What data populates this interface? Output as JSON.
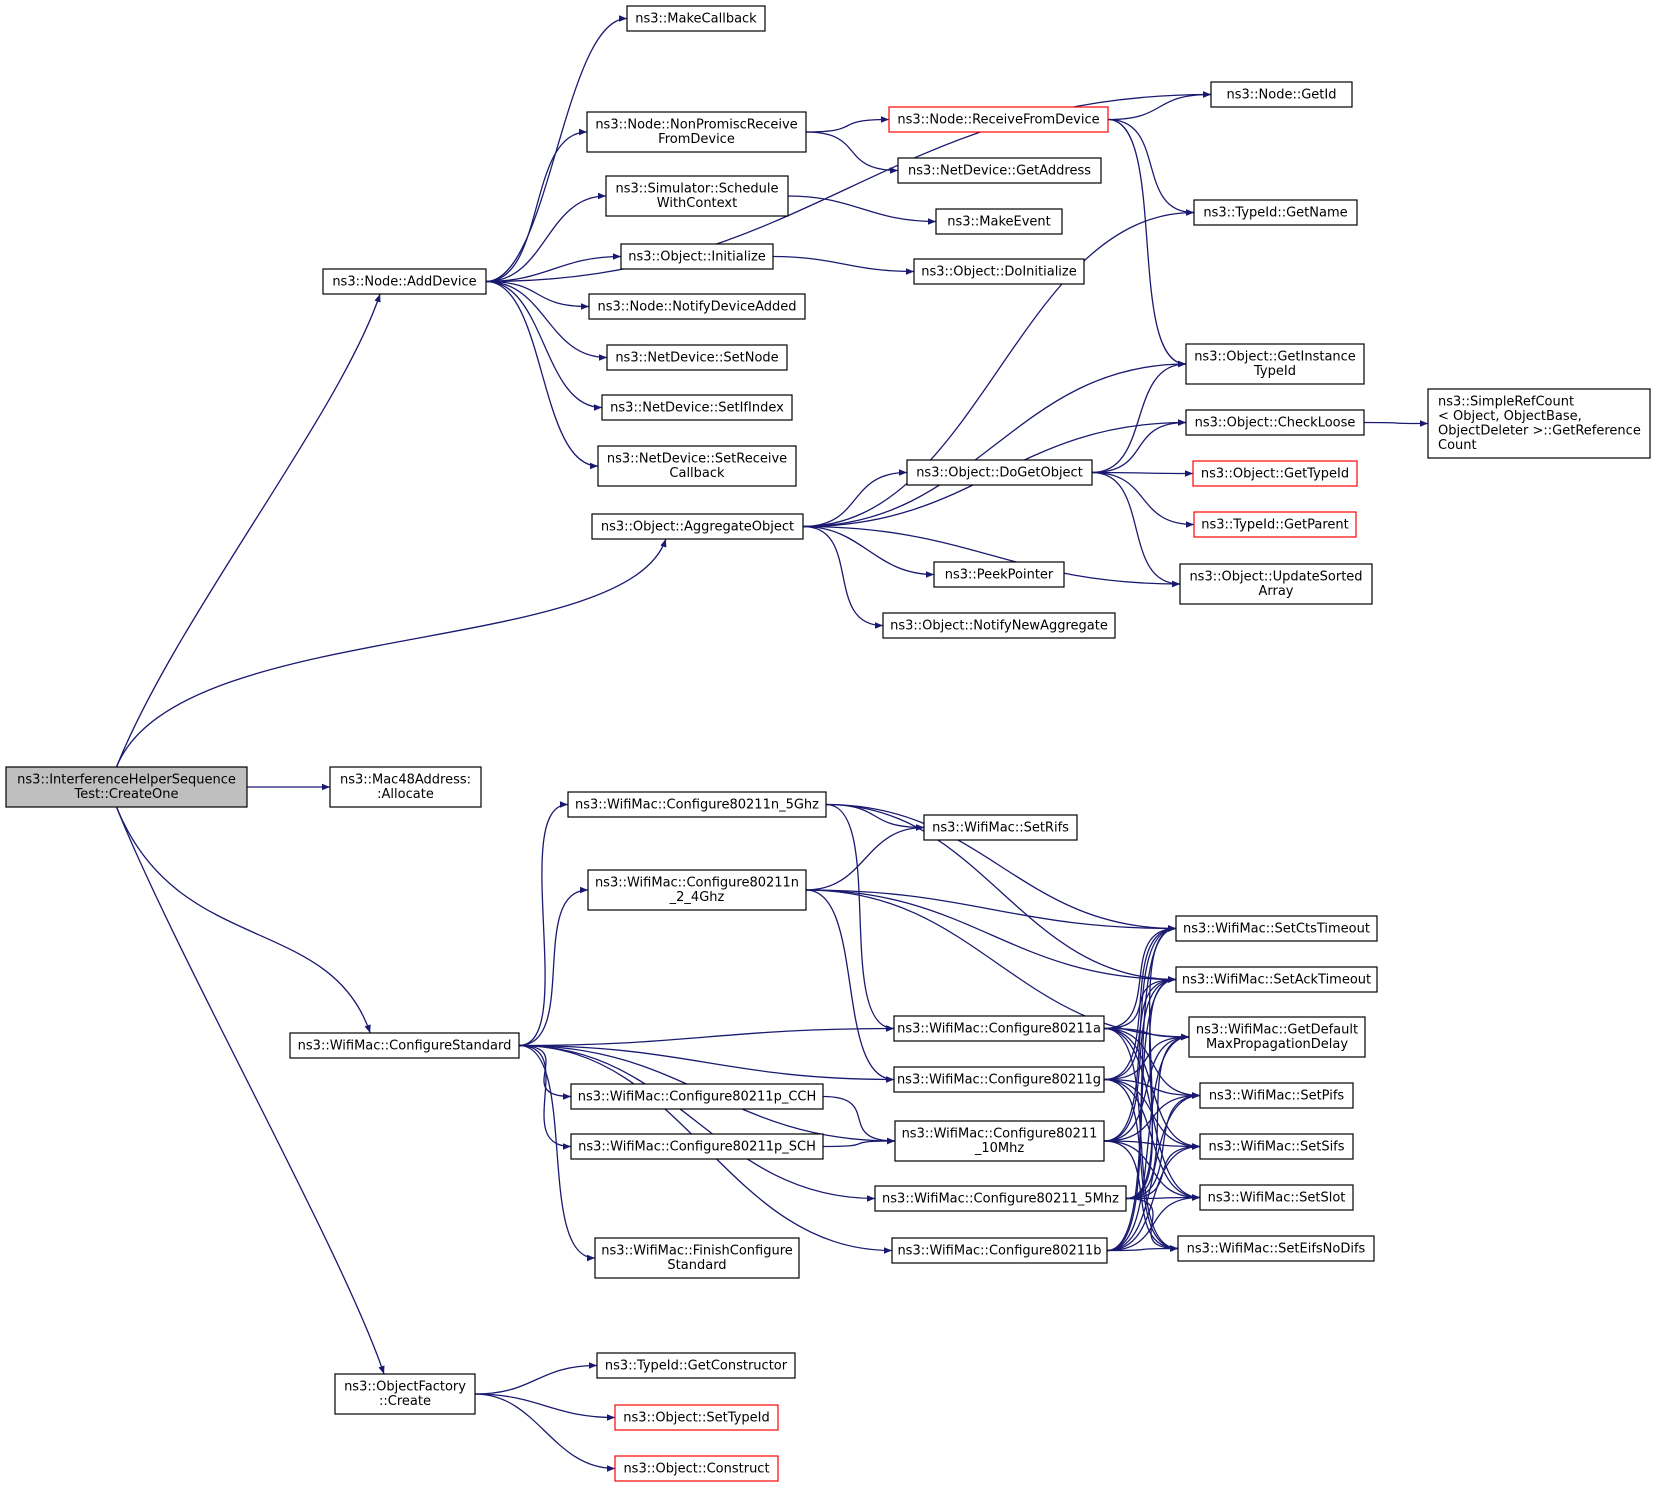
{
  "colors": {
    "edge": "#191970",
    "border": "#000000",
    "truncated": "#ff0000",
    "root_fill": "#bfbfbf"
  },
  "nodes": [
    {
      "id": "createone",
      "lines": [
        "ns3::InterferenceHelperSequence",
        "Test::CreateOne"
      ],
      "root": true
    },
    {
      "id": "adddevice",
      "lines": [
        "ns3::Node::AddDevice"
      ]
    },
    {
      "id": "allocate",
      "lines": [
        "ns3::Mac48Address:",
        ":Allocate"
      ]
    },
    {
      "id": "configurestandard",
      "lines": [
        "ns3::WifiMac::ConfigureStandard"
      ]
    },
    {
      "id": "factorycreate",
      "lines": [
        "ns3::ObjectFactory",
        "::Create"
      ]
    },
    {
      "id": "makecallback",
      "lines": [
        "ns3::MakeCallback"
      ]
    },
    {
      "id": "nonpromisc",
      "lines": [
        "ns3::Node::NonPromiscReceive",
        "FromDevice"
      ]
    },
    {
      "id": "schedule",
      "lines": [
        "ns3::Simulator::Schedule",
        "WithContext"
      ]
    },
    {
      "id": "initialize",
      "lines": [
        "ns3::Object::Initialize"
      ]
    },
    {
      "id": "notifydevice",
      "lines": [
        "ns3::Node::NotifyDeviceAdded"
      ]
    },
    {
      "id": "setnode",
      "lines": [
        "ns3::NetDevice::SetNode"
      ]
    },
    {
      "id": "setifindex",
      "lines": [
        "ns3::NetDevice::SetIfIndex"
      ]
    },
    {
      "id": "setreceive",
      "lines": [
        "ns3::NetDevice::SetReceive",
        "Callback"
      ]
    },
    {
      "id": "aggregate",
      "lines": [
        "ns3::Object::AggregateObject"
      ]
    },
    {
      "id": "receivefrom",
      "lines": [
        "ns3::Node::ReceiveFromDevice"
      ],
      "truncated": true
    },
    {
      "id": "getaddress",
      "lines": [
        "ns3::NetDevice::GetAddress"
      ]
    },
    {
      "id": "makeevent",
      "lines": [
        "ns3::MakeEvent"
      ]
    },
    {
      "id": "doinitialize",
      "lines": [
        "ns3::Object::DoInitialize"
      ]
    },
    {
      "id": "dogetobject",
      "lines": [
        "ns3::Object::DoGetObject"
      ]
    },
    {
      "id": "peekpointer",
      "lines": [
        "ns3::PeekPointer"
      ]
    },
    {
      "id": "notifynew",
      "lines": [
        "ns3::Object::NotifyNewAggregate"
      ]
    },
    {
      "id": "getid",
      "lines": [
        "ns3::Node::GetId"
      ]
    },
    {
      "id": "getname",
      "lines": [
        "ns3::TypeId::GetName"
      ]
    },
    {
      "id": "getinstance",
      "lines": [
        "ns3::Object::GetInstance",
        "TypeId"
      ]
    },
    {
      "id": "checkloose",
      "lines": [
        "ns3::Object::CheckLoose"
      ]
    },
    {
      "id": "gettypeid",
      "lines": [
        "ns3::Object::GetTypeId"
      ],
      "truncated": true
    },
    {
      "id": "getparent",
      "lines": [
        "ns3::TypeId::GetParent"
      ],
      "truncated": true
    },
    {
      "id": "updatesorted",
      "lines": [
        "ns3::Object::UpdateSorted",
        "Array"
      ]
    },
    {
      "id": "simpleref",
      "lines": [
        "ns3::SimpleRefCount",
        "< Object, ObjectBase,",
        " ObjectDeleter >::GetReference",
        "Count"
      ]
    },
    {
      "id": "c11n5",
      "lines": [
        "ns3::WifiMac::Configure80211n_5Ghz"
      ]
    },
    {
      "id": "c11n24",
      "lines": [
        "ns3::WifiMac::Configure80211n",
        "_2_4Ghz"
      ]
    },
    {
      "id": "c11pcch",
      "lines": [
        "ns3::WifiMac::Configure80211p_CCH"
      ]
    },
    {
      "id": "c11psch",
      "lines": [
        "ns3::WifiMac::Configure80211p_SCH"
      ]
    },
    {
      "id": "finishcfg",
      "lines": [
        "ns3::WifiMac::FinishConfigure",
        "Standard"
      ]
    },
    {
      "id": "setrifs",
      "lines": [
        "ns3::WifiMac::SetRifs"
      ]
    },
    {
      "id": "c11a",
      "lines": [
        "ns3::WifiMac::Configure80211a"
      ]
    },
    {
      "id": "c11g",
      "lines": [
        "ns3::WifiMac::Configure80211g"
      ]
    },
    {
      "id": "c1110",
      "lines": [
        "ns3::WifiMac::Configure80211",
        "_10Mhz"
      ]
    },
    {
      "id": "c115",
      "lines": [
        "ns3::WifiMac::Configure80211_5Mhz"
      ]
    },
    {
      "id": "c11b",
      "lines": [
        "ns3::WifiMac::Configure80211b"
      ]
    },
    {
      "id": "setcts",
      "lines": [
        "ns3::WifiMac::SetCtsTimeout"
      ]
    },
    {
      "id": "setack",
      "lines": [
        "ns3::WifiMac::SetAckTimeout"
      ]
    },
    {
      "id": "getdefault",
      "lines": [
        "ns3::WifiMac::GetDefault",
        "MaxPropagationDelay"
      ]
    },
    {
      "id": "setpifs",
      "lines": [
        "ns3::WifiMac::SetPifs"
      ]
    },
    {
      "id": "setsifs",
      "lines": [
        "ns3::WifiMac::SetSifs"
      ]
    },
    {
      "id": "setslot",
      "lines": [
        "ns3::WifiMac::SetSlot"
      ]
    },
    {
      "id": "seteifs",
      "lines": [
        "ns3::WifiMac::SetEifsNoDifs"
      ]
    },
    {
      "id": "getconstructor",
      "lines": [
        "ns3::TypeId::GetConstructor"
      ]
    },
    {
      "id": "settypeid",
      "lines": [
        "ns3::Object::SetTypeId"
      ],
      "truncated": true
    },
    {
      "id": "construct",
      "lines": [
        "ns3::Object::Construct"
      ],
      "truncated": true
    }
  ],
  "edges": [
    [
      "createone",
      "adddevice"
    ],
    [
      "createone",
      "aggregate"
    ],
    [
      "createone",
      "allocate"
    ],
    [
      "createone",
      "configurestandard"
    ],
    [
      "createone",
      "factorycreate"
    ],
    [
      "adddevice",
      "makecallback"
    ],
    [
      "adddevice",
      "getid"
    ],
    [
      "adddevice",
      "nonpromisc"
    ],
    [
      "adddevice",
      "schedule"
    ],
    [
      "adddevice",
      "initialize"
    ],
    [
      "adddevice",
      "notifydevice"
    ],
    [
      "adddevice",
      "setnode"
    ],
    [
      "adddevice",
      "setifindex"
    ],
    [
      "adddevice",
      "setreceive"
    ],
    [
      "nonpromisc",
      "receivefrom"
    ],
    [
      "nonpromisc",
      "getaddress"
    ],
    [
      "receivefrom",
      "getid"
    ],
    [
      "receivefrom",
      "getname"
    ],
    [
      "receivefrom",
      "getinstance"
    ],
    [
      "schedule",
      "makeevent"
    ],
    [
      "initialize",
      "doinitialize"
    ],
    [
      "aggregate",
      "getname"
    ],
    [
      "aggregate",
      "getinstance"
    ],
    [
      "aggregate",
      "checkloose"
    ],
    [
      "aggregate",
      "dogetobject"
    ],
    [
      "aggregate",
      "updatesorted"
    ],
    [
      "aggregate",
      "peekpointer"
    ],
    [
      "aggregate",
      "notifynew"
    ],
    [
      "dogetobject",
      "getinstance"
    ],
    [
      "dogetobject",
      "checkloose"
    ],
    [
      "dogetobject",
      "gettypeid"
    ],
    [
      "dogetobject",
      "getparent"
    ],
    [
      "dogetobject",
      "updatesorted"
    ],
    [
      "checkloose",
      "simpleref"
    ],
    [
      "configurestandard",
      "c11n5"
    ],
    [
      "configurestandard",
      "c11n24"
    ],
    [
      "configurestandard",
      "c11a"
    ],
    [
      "configurestandard",
      "c11g"
    ],
    [
      "configurestandard",
      "c11pcch"
    ],
    [
      "configurestandard",
      "c11psch"
    ],
    [
      "configurestandard",
      "c1110"
    ],
    [
      "configurestandard",
      "c115"
    ],
    [
      "configurestandard",
      "finishcfg"
    ],
    [
      "configurestandard",
      "c11b"
    ],
    [
      "c11n5",
      "setrifs"
    ],
    [
      "c11n5",
      "setcts"
    ],
    [
      "c11n5",
      "setack"
    ],
    [
      "c11n5",
      "c11a"
    ],
    [
      "c11n24",
      "setrifs"
    ],
    [
      "c11n24",
      "setcts"
    ],
    [
      "c11n24",
      "setack"
    ],
    [
      "c11n24",
      "c11g"
    ],
    [
      "c11n24",
      "getdefault"
    ],
    [
      "c11pcch",
      "c1110"
    ],
    [
      "c11psch",
      "c1110"
    ],
    [
      "c11a",
      "setcts"
    ],
    [
      "c11a",
      "setack"
    ],
    [
      "c11a",
      "getdefault"
    ],
    [
      "c11a",
      "setpifs"
    ],
    [
      "c11a",
      "setsifs"
    ],
    [
      "c11a",
      "setslot"
    ],
    [
      "c11a",
      "seteifs"
    ],
    [
      "c11g",
      "setcts"
    ],
    [
      "c11g",
      "setack"
    ],
    [
      "c11g",
      "getdefault"
    ],
    [
      "c11g",
      "setpifs"
    ],
    [
      "c11g",
      "setsifs"
    ],
    [
      "c11g",
      "setslot"
    ],
    [
      "c11g",
      "seteifs"
    ],
    [
      "c1110",
      "setcts"
    ],
    [
      "c1110",
      "setack"
    ],
    [
      "c1110",
      "getdefault"
    ],
    [
      "c1110",
      "setpifs"
    ],
    [
      "c1110",
      "setsifs"
    ],
    [
      "c1110",
      "setslot"
    ],
    [
      "c1110",
      "seteifs"
    ],
    [
      "c115",
      "setcts"
    ],
    [
      "c115",
      "setack"
    ],
    [
      "c115",
      "getdefault"
    ],
    [
      "c115",
      "setpifs"
    ],
    [
      "c115",
      "setsifs"
    ],
    [
      "c115",
      "setslot"
    ],
    [
      "c115",
      "seteifs"
    ],
    [
      "c11b",
      "setcts"
    ],
    [
      "c11b",
      "setack"
    ],
    [
      "c11b",
      "getdefault"
    ],
    [
      "c11b",
      "setpifs"
    ],
    [
      "c11b",
      "setsifs"
    ],
    [
      "c11b",
      "setslot"
    ],
    [
      "c11b",
      "seteifs"
    ],
    [
      "factorycreate",
      "getconstructor"
    ],
    [
      "factorycreate",
      "settypeid"
    ],
    [
      "factorycreate",
      "construct"
    ]
  ]
}
